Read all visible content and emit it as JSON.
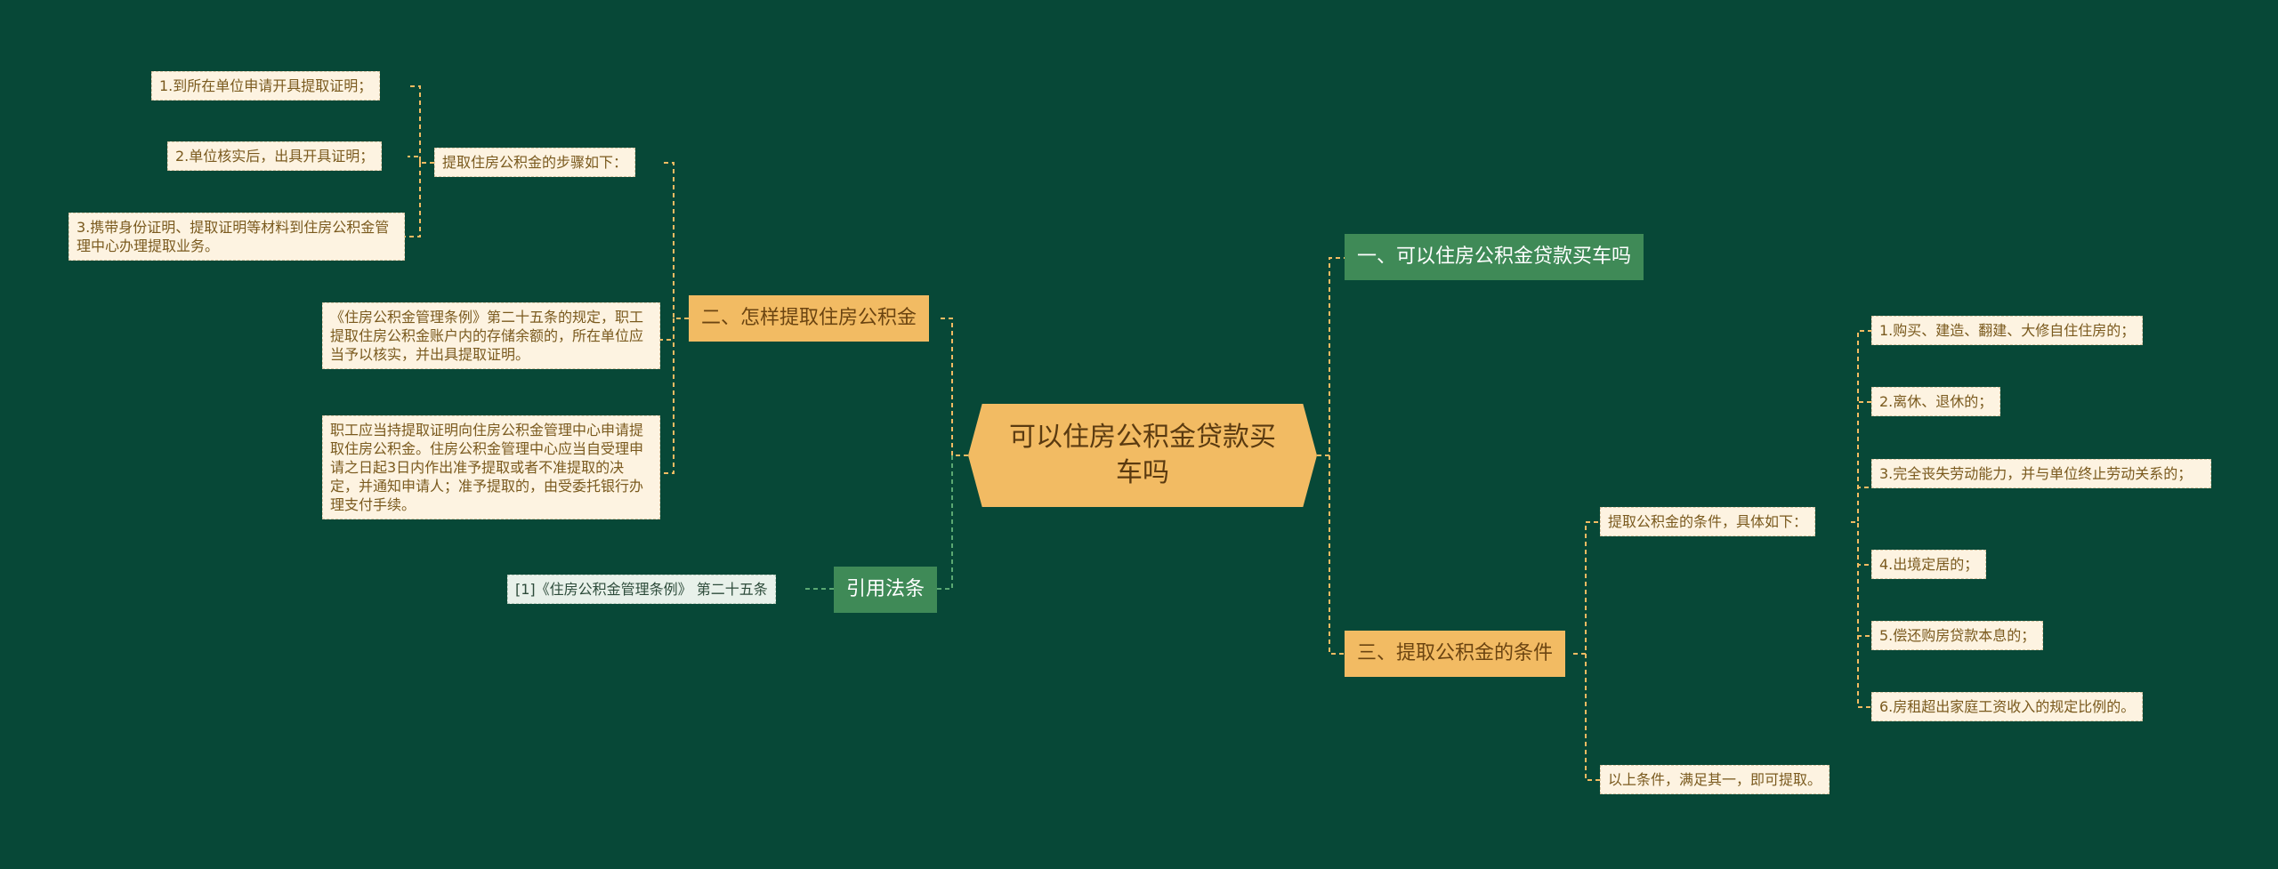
{
  "root": {
    "title": "可以住房公积金贷款买车吗"
  },
  "branches": {
    "b1": {
      "label": "一、可以住房公积金贷款买车吗"
    },
    "b2": {
      "label": "二、怎样提取住房公积金",
      "steps_label": "提取住房公积金的步骤如下：",
      "steps": [
        "1.到所在单位申请开具提取证明；",
        "2.单位核实后，出具开具证明；",
        "3.携带身份证明、提取证明等材料到住房公积金管理中心办理提取业务。"
      ],
      "regulation": "《住房公积金管理条例》第二十五条的规定，职工提取住房公积金账户内的存储余额的，所在单位应当予以核实，并出具提取证明。",
      "procedure": "职工应当持提取证明向住房公积金管理中心申请提取住房公积金。住房公积金管理中心应当自受理申请之日起3日内作出准予提取或者不准提取的决定，并通知申请人；准予提取的，由受委托银行办理支付手续。"
    },
    "b3": {
      "label": "三、提取公积金的条件",
      "conditions_label": "提取公积金的条件，具体如下：",
      "conditions": [
        "1.购买、建造、翻建、大修自住住房的；",
        "2.离休、退休的；",
        "3.完全丧失劳动能力，并与单位终止劳动关系的；",
        "4.出境定居的；",
        "5.偿还购房贷款本息的；",
        "6.房租超出家庭工资收入的规定比例的。"
      ],
      "summary": "以上条件，满足其一，即可提取。"
    },
    "ref": {
      "label": "引用法条",
      "item": "[1]《住房公积金管理条例》 第二十五条"
    }
  },
  "colors": {
    "background": "#074837",
    "orange": "#f2bb63",
    "green": "#3f8a57",
    "leaf": "#fdf3e1",
    "line_orange": "#f2bb63",
    "line_green": "#5aa872"
  }
}
